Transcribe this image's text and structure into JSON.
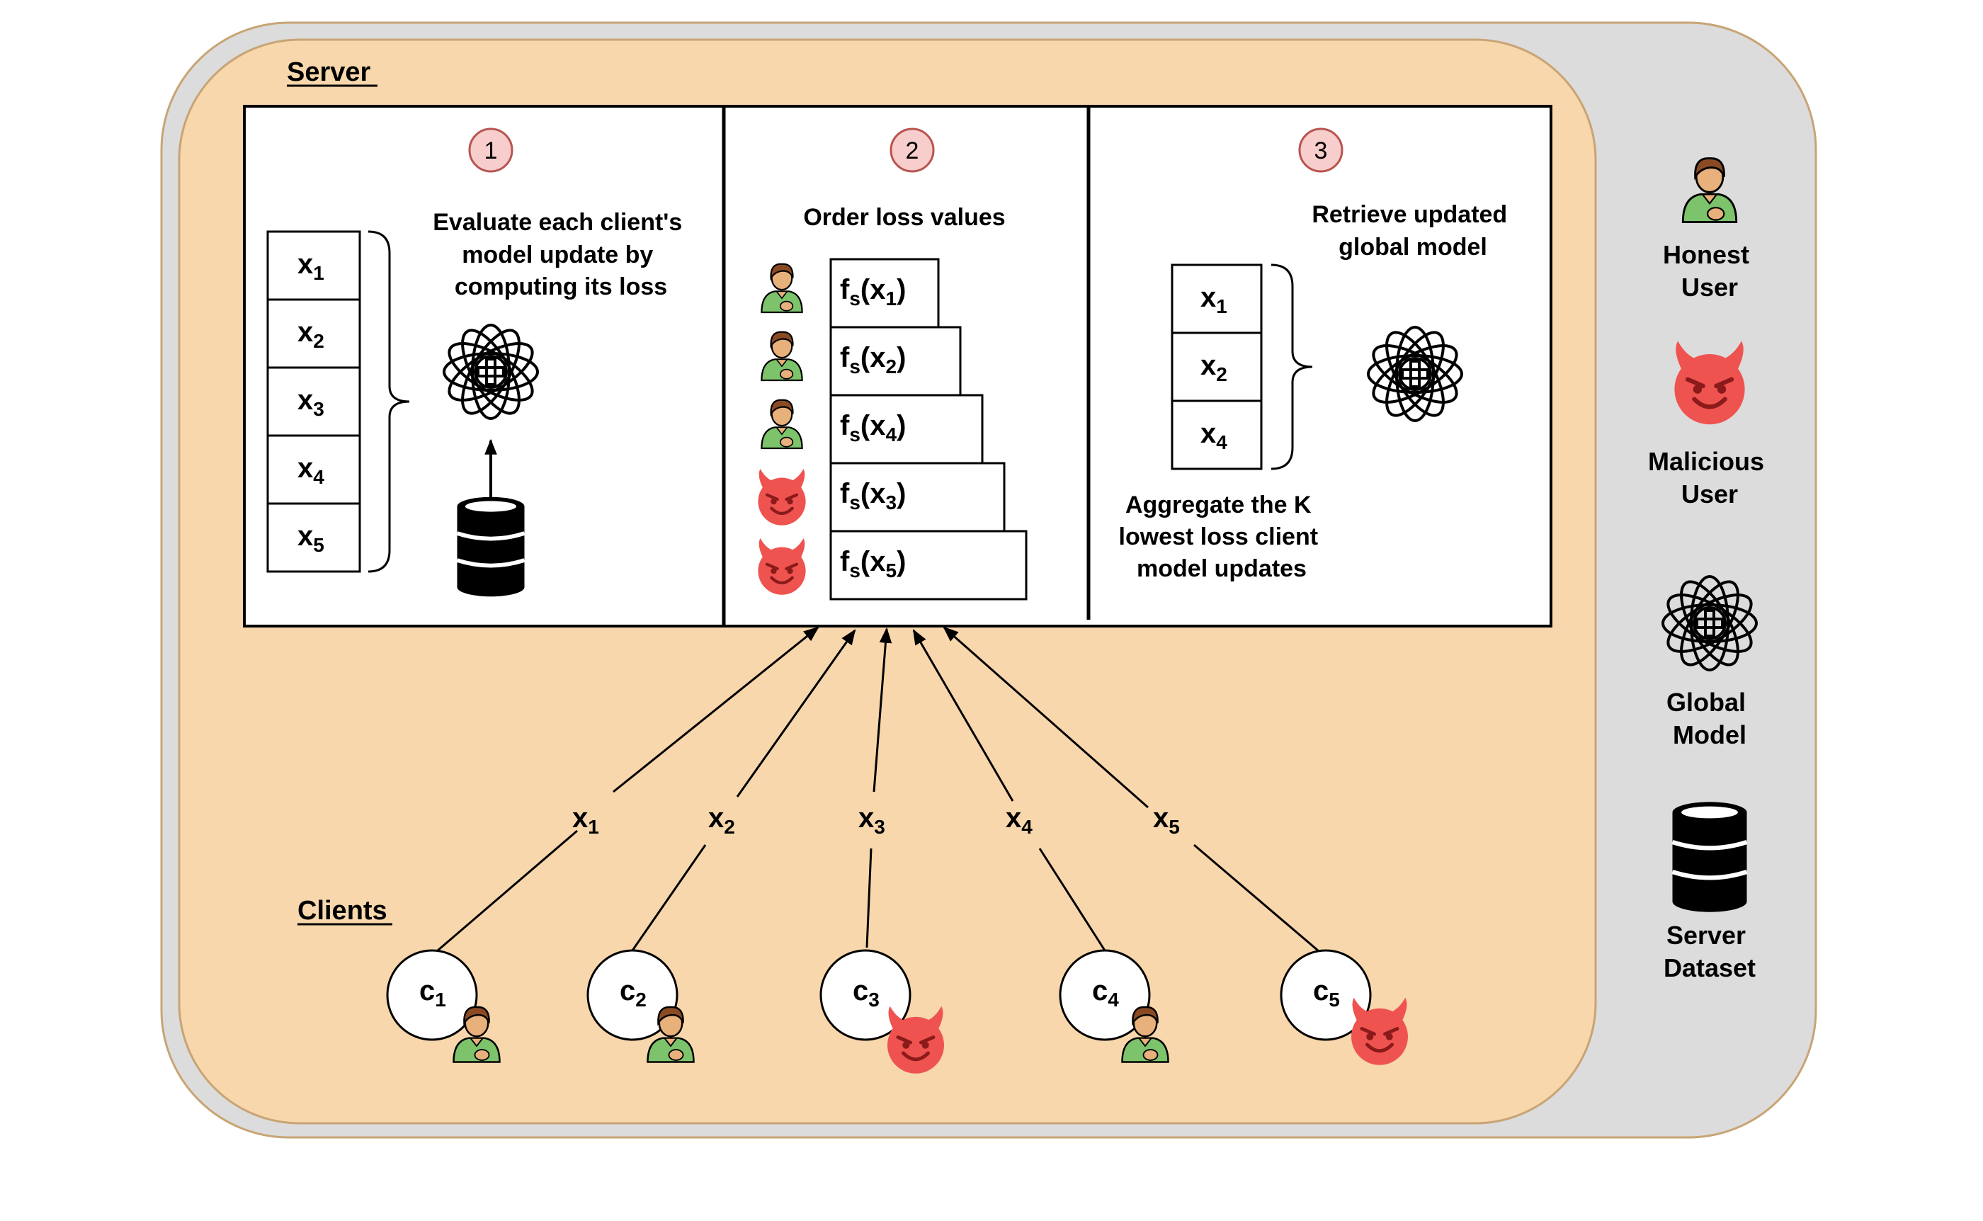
{
  "colors": {
    "outer_panel": "#dcdcdc",
    "server_panel": "#f8d7ac",
    "step_badge_fill": "#f8cecc",
    "step_badge_stroke": "#b85450",
    "devil": "#ef5350",
    "honest_shirt": "#7cc36b",
    "honest_skin": "#e8b07a",
    "honest_hair": "#8a4b24"
  },
  "server_label": "Server",
  "clients_label": "Clients",
  "steps": [
    {
      "number": "1",
      "text": [
        "Evaluate each client's",
        "model update by",
        "computing its loss"
      ]
    },
    {
      "number": "2",
      "text": [
        "Order loss values"
      ]
    },
    {
      "number": "3",
      "text": [
        "Retrieve updated",
        "global model"
      ]
    }
  ],
  "aggregate_text": [
    "Aggregate the K",
    "lowest loss client",
    "model updates"
  ],
  "step1_updates": [
    {
      "base": "x",
      "sub": "1"
    },
    {
      "base": "x",
      "sub": "2"
    },
    {
      "base": "x",
      "sub": "3"
    },
    {
      "base": "x",
      "sub": "4"
    },
    {
      "base": "x",
      "sub": "5"
    }
  ],
  "sorted_losses": [
    {
      "f": "f",
      "s": "s",
      "open": "(x",
      "sub": "1",
      "close": ")",
      "user": "honest"
    },
    {
      "f": "f",
      "s": "s",
      "open": "(x",
      "sub": "2",
      "close": ")",
      "user": "honest"
    },
    {
      "f": "f",
      "s": "s",
      "open": "(x",
      "sub": "4",
      "close": ")",
      "user": "honest"
    },
    {
      "f": "f",
      "s": "s",
      "open": "(x",
      "sub": "3",
      "close": ")",
      "user": "malicious"
    },
    {
      "f": "f",
      "s": "s",
      "open": "(x",
      "sub": "5",
      "close": ")",
      "user": "malicious"
    }
  ],
  "step3_updates": [
    {
      "base": "x",
      "sub": "1"
    },
    {
      "base": "x",
      "sub": "2"
    },
    {
      "base": "x",
      "sub": "4"
    }
  ],
  "clients": [
    {
      "base": "c",
      "sub": "1",
      "user": "honest",
      "update": {
        "base": "x",
        "sub": "1"
      }
    },
    {
      "base": "c",
      "sub": "2",
      "user": "honest",
      "update": {
        "base": "x",
        "sub": "2"
      }
    },
    {
      "base": "c",
      "sub": "3",
      "user": "malicious",
      "update": {
        "base": "x",
        "sub": "3"
      }
    },
    {
      "base": "c",
      "sub": "4",
      "user": "honest",
      "update": {
        "base": "x",
        "sub": "4"
      }
    },
    {
      "base": "c",
      "sub": "5",
      "user": "malicious",
      "update": {
        "base": "x",
        "sub": "5"
      }
    }
  ],
  "legend": [
    {
      "icon": "honest-user-icon",
      "label": [
        "Honest",
        "User"
      ]
    },
    {
      "icon": "malicious-user-icon",
      "label": [
        "Malicious",
        "User"
      ]
    },
    {
      "icon": "global-model-icon",
      "label": [
        "Global",
        "Model"
      ]
    },
    {
      "icon": "server-dataset-icon",
      "label": [
        "Server",
        "Dataset"
      ]
    }
  ]
}
